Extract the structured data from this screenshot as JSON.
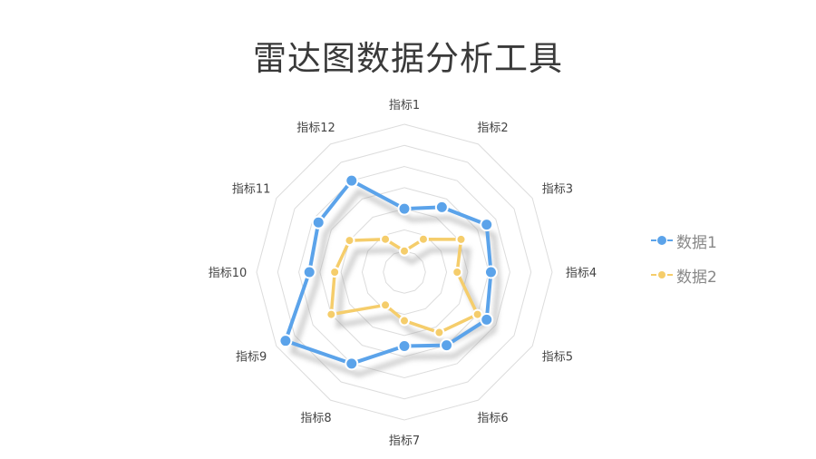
{
  "title": "雷达图数据分析工具",
  "chart_data": {
    "type": "radar",
    "title": "雷达图数据分析工具",
    "categories": [
      "指标1",
      "指标2",
      "指标3",
      "指标4",
      "指标5",
      "指标6",
      "指标7",
      "指标8",
      "指标9",
      "指标10",
      "指标11",
      "指标12"
    ],
    "range": [
      0,
      7
    ],
    "rings": 7,
    "grid": true,
    "legend_position": "right",
    "series": [
      {
        "name": "数据1",
        "color": "#5ba3ea",
        "values": [
          3.0,
          3.55,
          4.5,
          4.1,
          4.5,
          4.0,
          3.5,
          5.0,
          6.5,
          4.5,
          4.7,
          5.0
        ]
      },
      {
        "name": "数据2",
        "color": "#f5cd6b",
        "values": [
          1.0,
          1.8,
          3.1,
          2.5,
          4.0,
          3.3,
          2.3,
          1.8,
          4.0,
          3.3,
          3.0,
          1.8
        ]
      }
    ]
  }
}
